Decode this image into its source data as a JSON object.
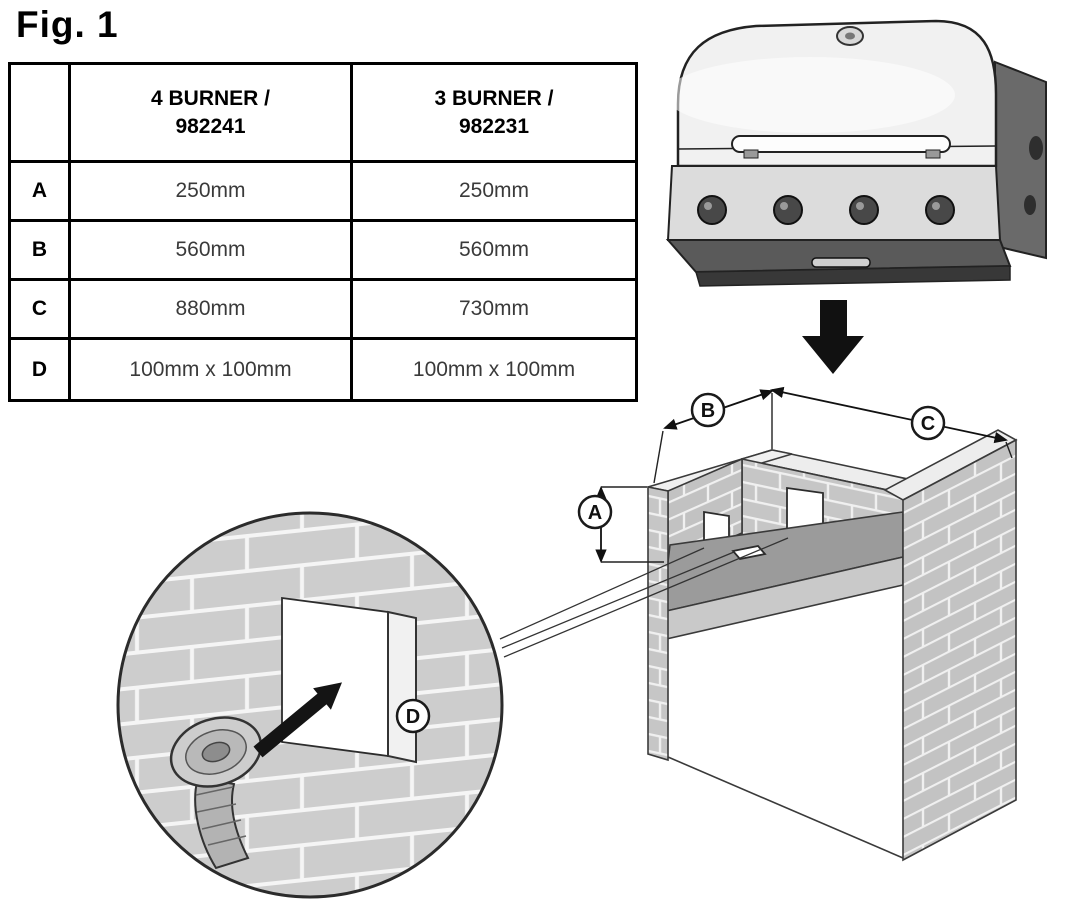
{
  "figure": {
    "title": "Fig. 1"
  },
  "table": {
    "corner": "",
    "columns": [
      {
        "line1": "4 BURNER /",
        "line2": "982241"
      },
      {
        "line1": "3 BURNER /",
        "line2": "982231"
      }
    ],
    "rows": [
      {
        "label": "A",
        "col1": "250mm",
        "col2": "250mm"
      },
      {
        "label": "B",
        "col1": "560mm",
        "col2": "560mm"
      },
      {
        "label": "C",
        "col1": "880mm",
        "col2": "730mm"
      },
      {
        "label": "D",
        "col1": "100mm x 100mm",
        "col2": "100mm x 100mm"
      }
    ]
  },
  "diagram": {
    "labels": {
      "a": "A",
      "b": "B",
      "c": "C",
      "d": "D"
    }
  },
  "palette": {
    "line": "#1a1a1a",
    "brick": "#c6c6c6",
    "counter": "#9b9b9b",
    "grill_body": "#f1f1f1",
    "grill_side": "#6a6a6a"
  }
}
